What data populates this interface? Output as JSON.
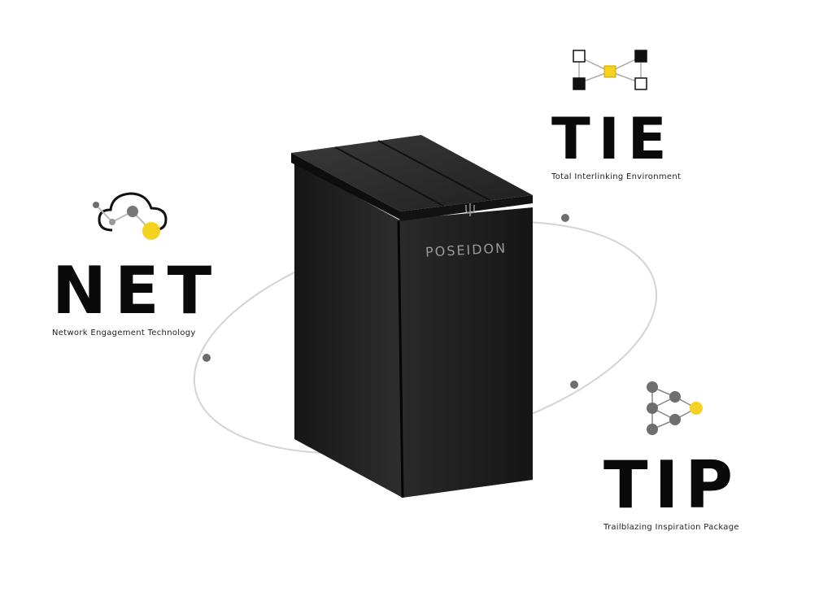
{
  "product": {
    "brand": "POSEIDON",
    "icon": "trident-icon"
  },
  "features": {
    "net": {
      "title": "NET",
      "subtitle": "Network Engagement Technology",
      "icon": "cloud-network-icon"
    },
    "tie": {
      "title": "TIE",
      "subtitle": "Total Interlinking Environment",
      "icon": "cube-network-icon"
    },
    "tip": {
      "title": "TIP",
      "subtitle": "Trailblazing Inspiration Package",
      "icon": "neural-network-icon"
    }
  },
  "colors": {
    "accent": "#f5d21f",
    "node_gray": "#6e6e6e",
    "orbit_line": "#d4d4d4",
    "device_body": "#1c1c1c",
    "text": "#0a0a0a"
  }
}
